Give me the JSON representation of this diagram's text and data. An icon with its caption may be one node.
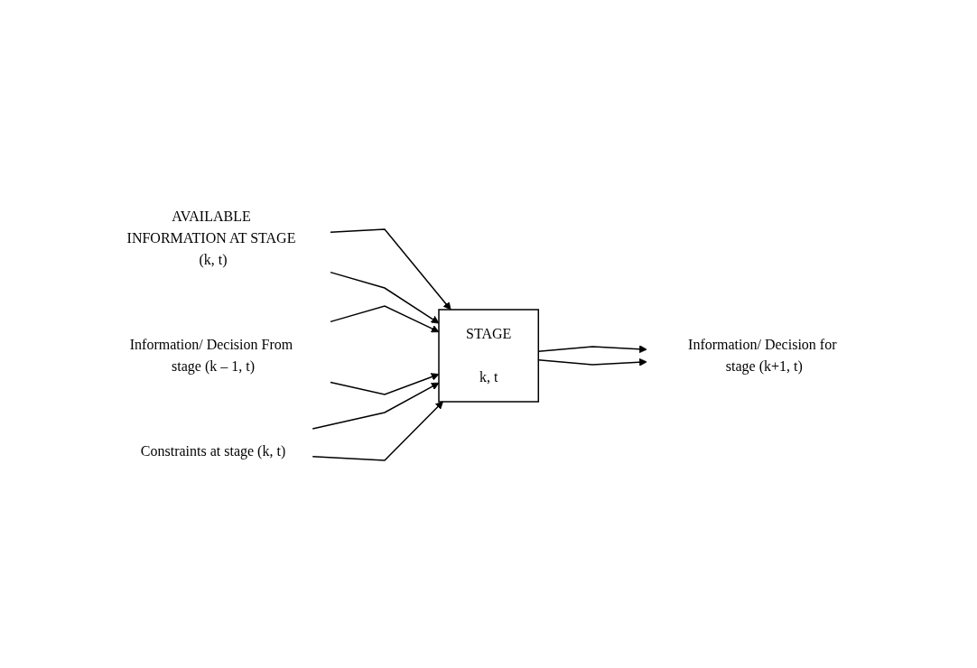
{
  "diagram": {
    "nodes": [
      {
        "text": [
          "AVAILABLE INFORMATION AT STAGE (k, t)"
        ]
      },
      {
        "text": [
          "STAGE",
          "k, t"
        ]
      },
      {
        "text": [
          "Information/ Decision From stage (k – 1, t)"
        ]
      },
      {
        "text": [
          "Information/ Decision for stage (k+1, t)"
        ]
      },
      {
        "text": [
          "Constraints at stage (k, t)"
        ]
      }
    ],
    "edges": [
      {
        "from": 0,
        "to": 1,
        "arrow": "to"
      },
      {
        "from": 0,
        "to": 1,
        "arrow": "to"
      },
      {
        "from": 2,
        "to": 1,
        "arrow": "to"
      },
      {
        "from": 2,
        "to": 1,
        "arrow": "to"
      },
      {
        "from": 1,
        "to": 3,
        "arrow": "to"
      },
      {
        "from": 1,
        "to": 3,
        "arrow": "to"
      },
      {
        "from": 4,
        "to": 1,
        "arrow": "to"
      },
      {
        "from": 4,
        "to": 1,
        "arrow": "to"
      }
    ]
  }
}
